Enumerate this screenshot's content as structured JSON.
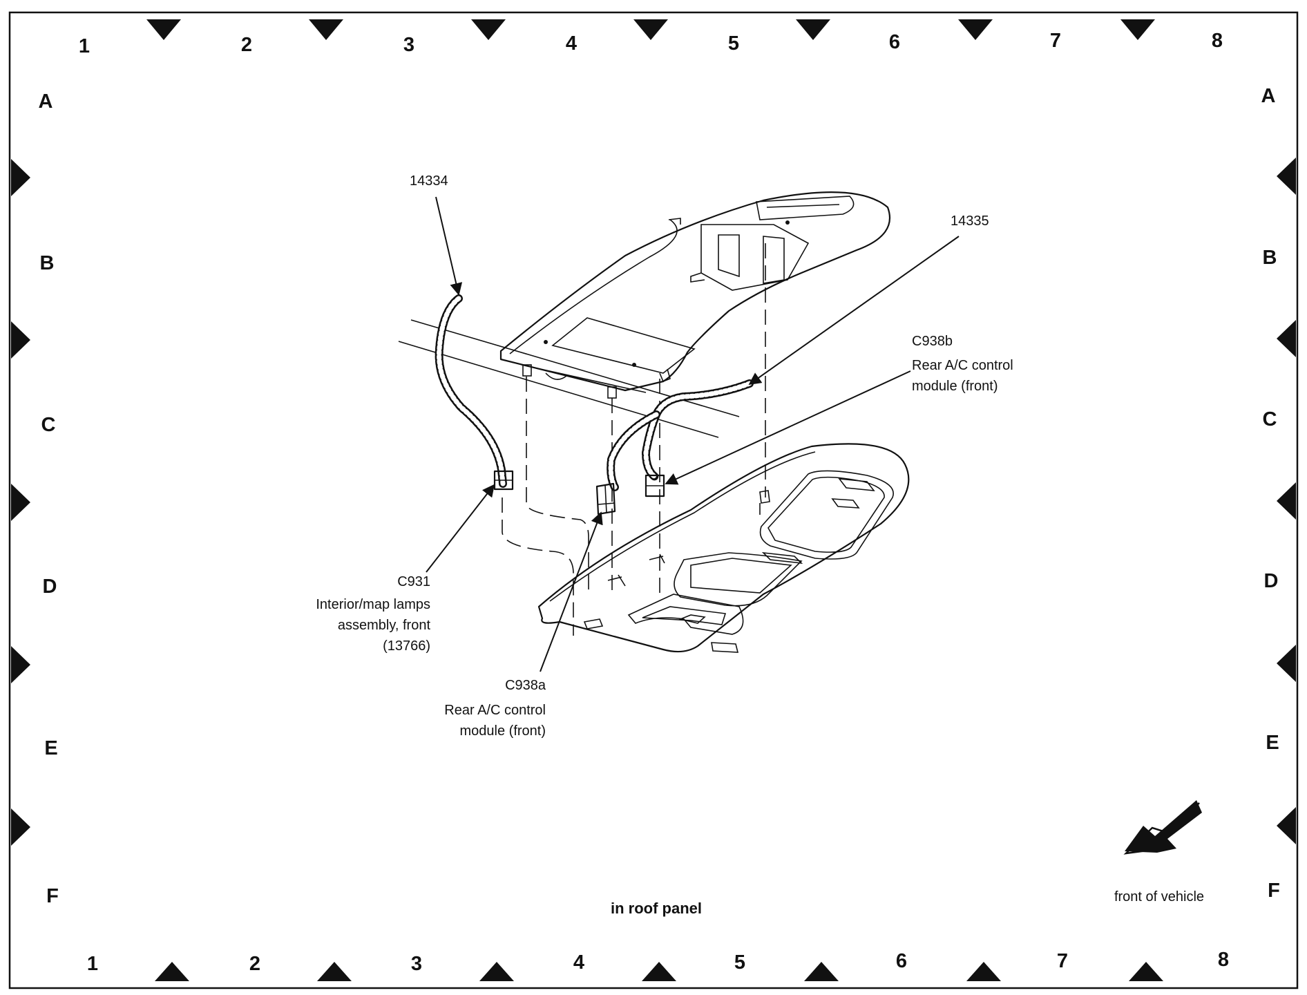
{
  "grid": {
    "columns": [
      "1",
      "2",
      "3",
      "4",
      "5",
      "6",
      "7",
      "8"
    ],
    "rows": [
      "A",
      "B",
      "C",
      "D",
      "E",
      "F"
    ]
  },
  "callouts": {
    "harness_14334": "14334",
    "harness_14335": "14335",
    "c938b": {
      "code": "C938b",
      "line1": "Rear A/C control",
      "line2": "module (front)"
    },
    "c931": {
      "code": "C931",
      "line1": "Interior/map lamps",
      "line2": "assembly, front",
      "line3": "(13766)"
    },
    "c938a": {
      "code": "C938a",
      "line1": "Rear A/C control",
      "line2": "module (front)"
    }
  },
  "caption": "in roof panel",
  "orientation": {
    "label": "front of vehicle",
    "icon": "front-arrow-icon"
  }
}
